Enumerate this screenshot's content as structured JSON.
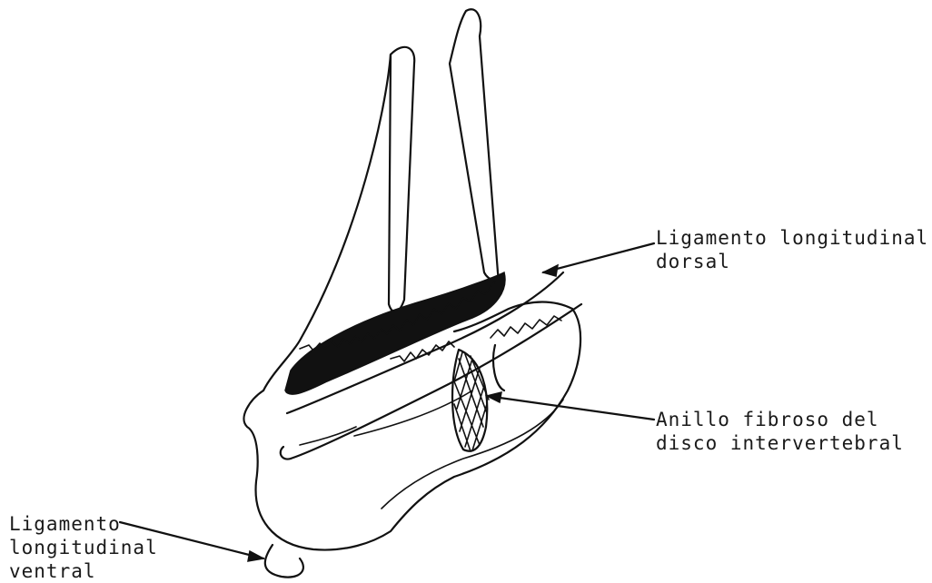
{
  "labels": {
    "dorsal_ligament": [
      "Ligamento longitudinal",
      "dorsal"
    ],
    "annulus_fibrosus": [
      "Anillo fibroso del",
      "disco intervertebral"
    ],
    "ventral_ligament": [
      "Ligamento",
      "longitudinal",
      "ventral"
    ]
  }
}
